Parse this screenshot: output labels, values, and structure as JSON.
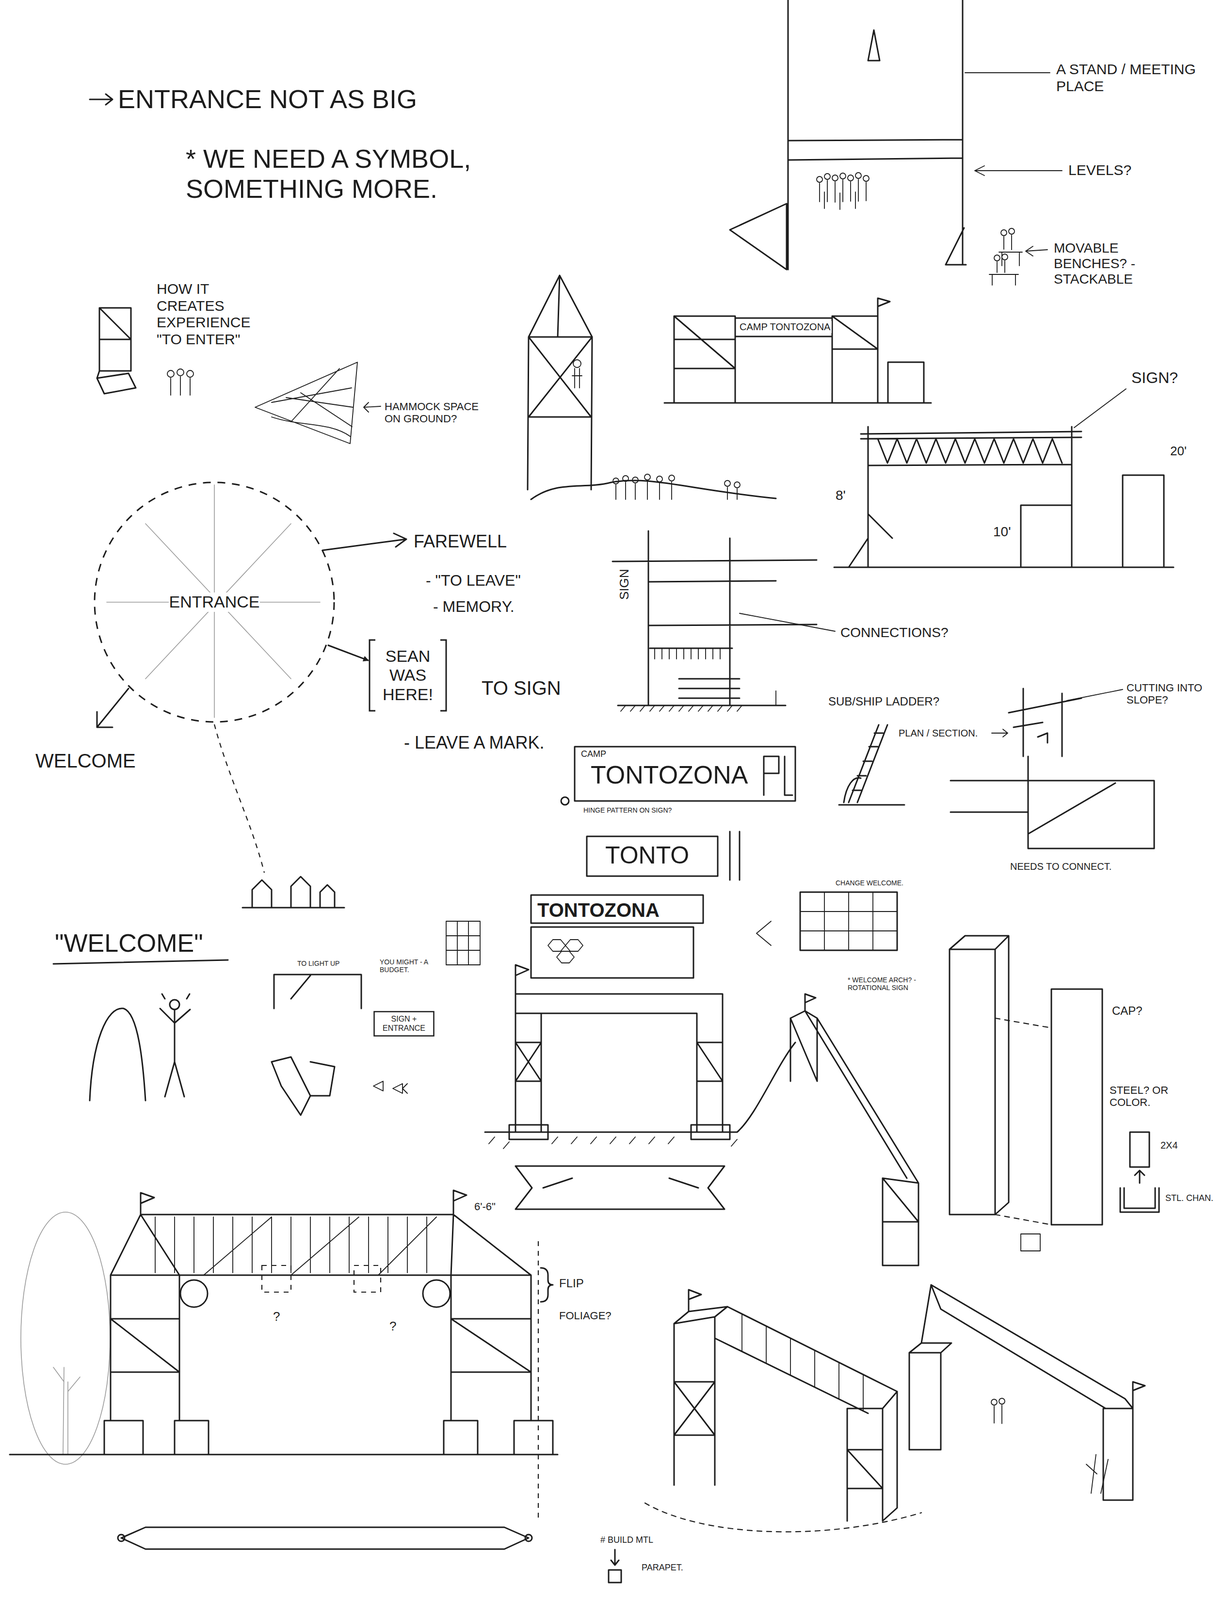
{
  "diagram": {
    "nodes": [
      {
        "text": [
          "ENTRANCE"
        ]
      },
      {
        "text": [
          "SEAN WAS HERE!"
        ]
      },
      {
        "text": [
          "SIGN + ENTRANCE"
        ]
      }
    ],
    "edges": [
      {
        "from": 0,
        "to": 1,
        "arrow": "to"
      }
    ],
    "labels": [
      "ENTRANCE NOT AS BIG",
      "* WE NEED A SYMBOL, SOMETHING MORE.",
      "A STAND / MEETING PLACE",
      "LEVELS?",
      "MOVABLE BENCHES? - STACKABLE",
      "HOW IT CREATES EXPERIENCE \"TO ENTER\"",
      "HAMMOCK SPACE ON GROUND?",
      "CAMP TONTOZONA",
      "SIGN?",
      "8'",
      "10'",
      "20'",
      "FAREWELL",
      "- \"TO LEAVE\"",
      "- MEMORY.",
      "TO SIGN",
      "- LEAVE A MARK.",
      "WELCOME",
      "SIGN",
      "CONNECTIONS?",
      "SUB/SHIP LADDER?",
      "PLAN / SECTION.",
      "CUTTING INTO SLOPE?",
      "NEEDS TO CONNECT.",
      "CAMP",
      "TONTOZONA",
      "HINGE PATTERN ON SIGN?",
      "TONTO",
      "TONTOZONA",
      "CHANGE WELCOME.",
      "\"WELCOME\"",
      "TO LIGHT UP",
      "YOU MIGHT - A BUDGET.",
      "* WELCOME ARCH? - ROTATIONAL SIGN",
      "CAP?",
      "STEEL? OR COLOR.",
      "2X4",
      "STL. CHAN.",
      "6'-6\"",
      "?",
      "?",
      "FLIP",
      "FOLIAGE?",
      "# BUILD MTL",
      "PARAPET."
    ]
  }
}
